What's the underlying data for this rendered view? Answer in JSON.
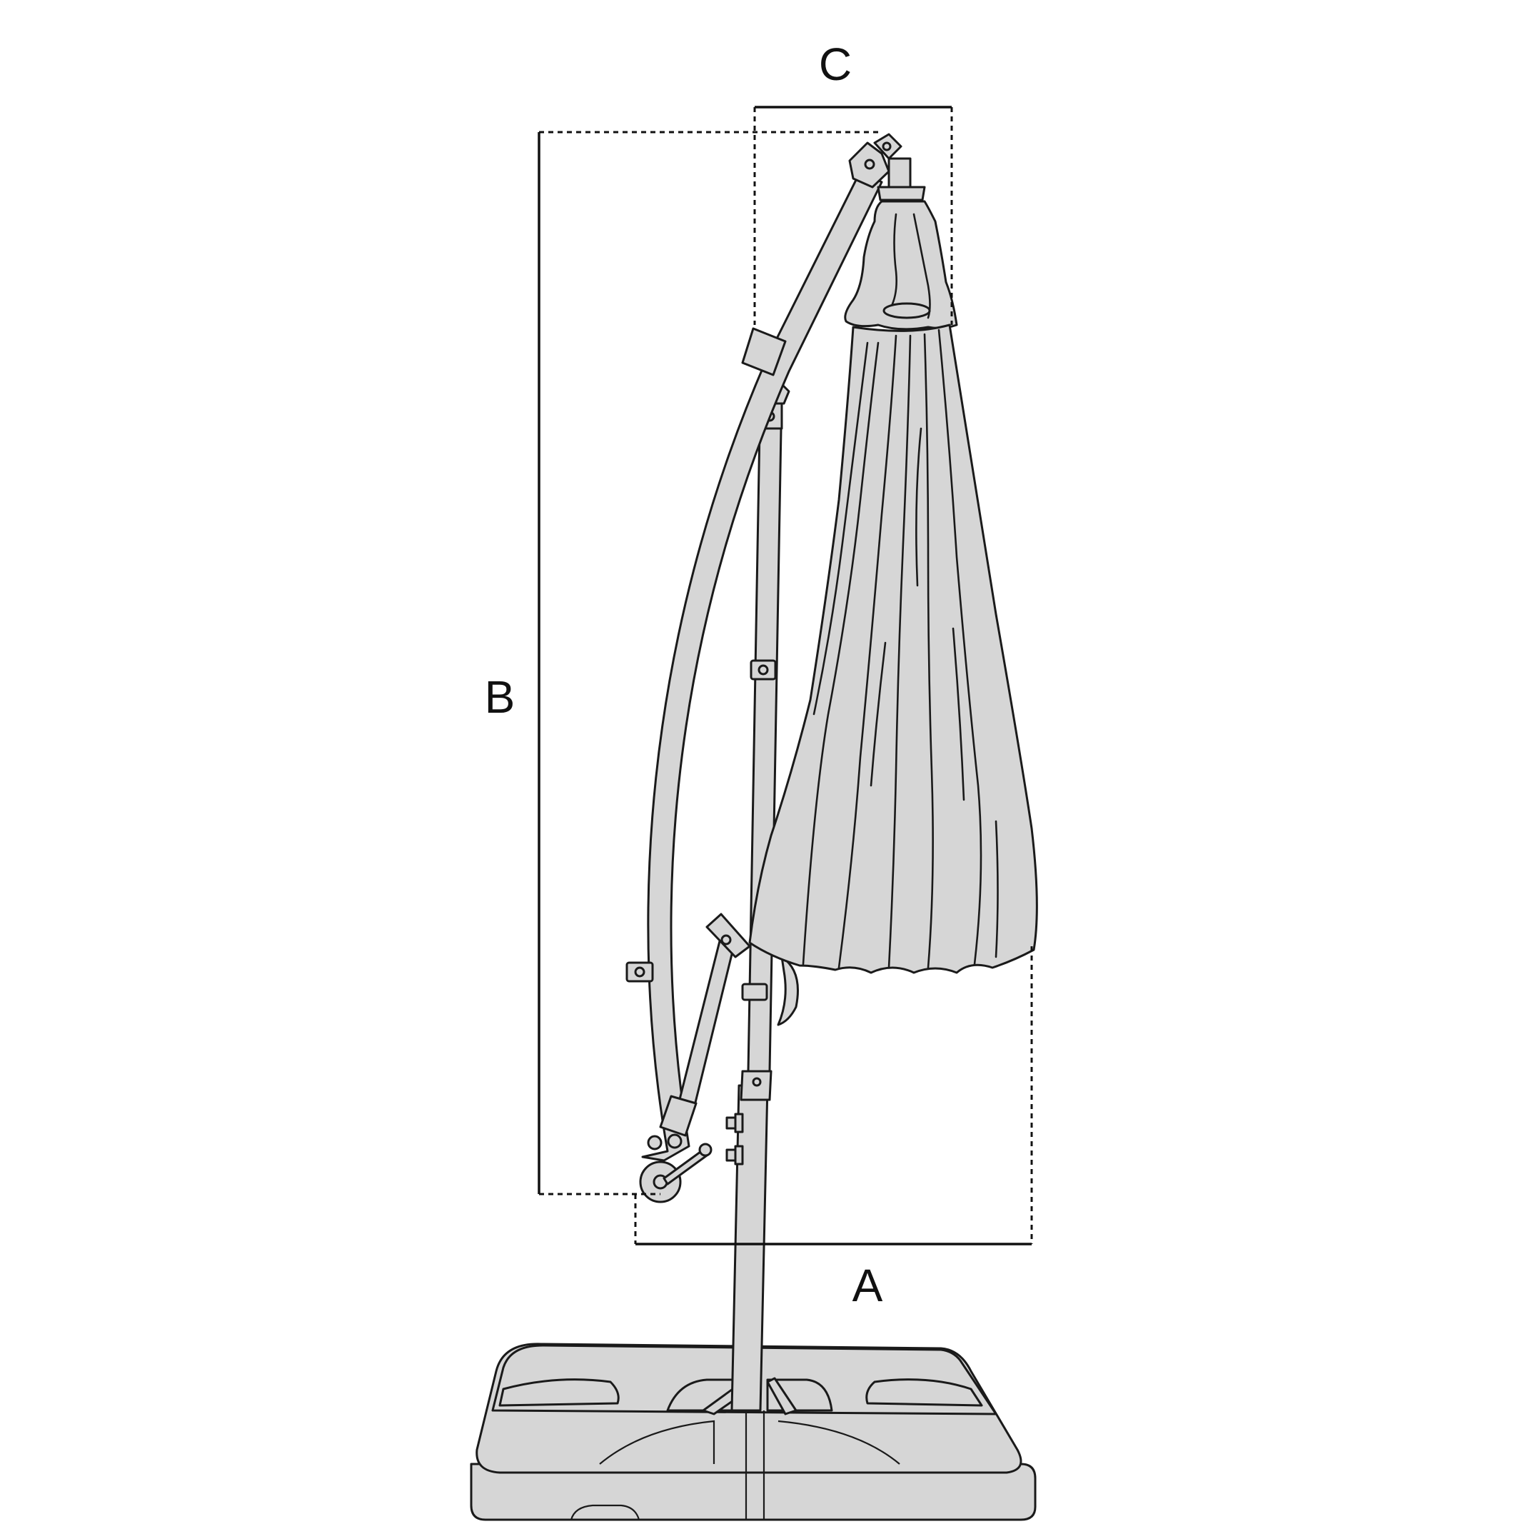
{
  "figure": {
    "dimension_labels": {
      "a": "A",
      "b": "B",
      "c": "C"
    },
    "colors": {
      "fill": "#d6d6d6",
      "stroke": "#1a1a1a",
      "background": "#ffffff"
    }
  }
}
